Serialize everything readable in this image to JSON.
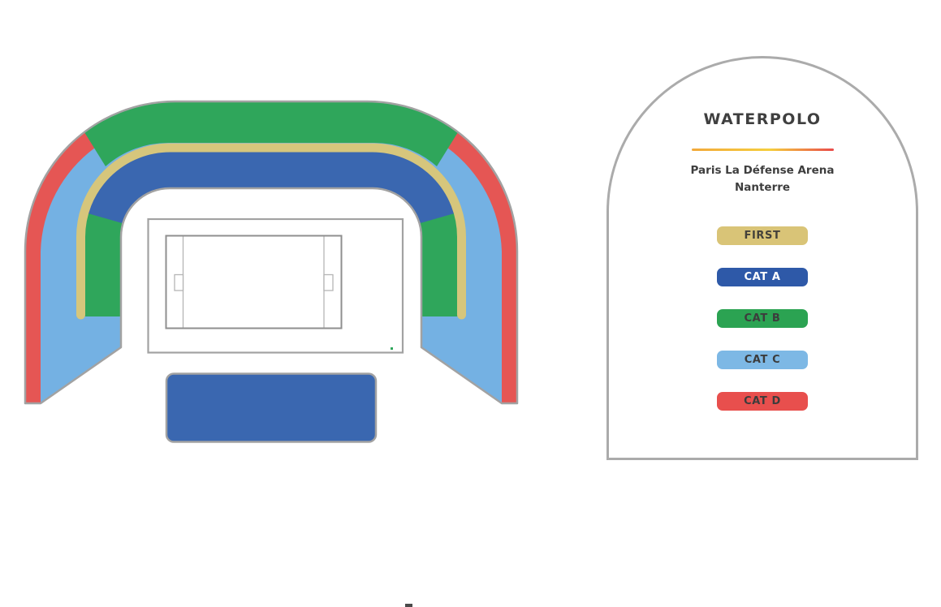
{
  "page": {
    "background_color": "#FFFFFF",
    "bottom_mark_color": "#4A4A4A"
  },
  "map": {
    "colors": {
      "first": "#D6C67C",
      "cat_a": "#3A67B0",
      "cat_b": "#2FA65B",
      "cat_c": "#74B1E3",
      "cat_d": "#E55654",
      "outline": "#A2A2A2",
      "pool_border": "#8F8F8F",
      "pool_inner_line": "#B5B5B5",
      "white": "#FFFFFF",
      "field_dot": "#2FA65B"
    },
    "sections": [
      {
        "id": "cat-d-outer-left",
        "category": "CAT D"
      },
      {
        "id": "cat-d-outer-right",
        "category": "CAT D"
      },
      {
        "id": "cat-c-outer-bowl",
        "category": "CAT C"
      },
      {
        "id": "cat-b-top-arch",
        "category": "CAT B"
      },
      {
        "id": "cat-b-inner-sides",
        "category": "CAT B"
      },
      {
        "id": "first-band",
        "category": "FIRST"
      },
      {
        "id": "cat-a-inner-arch",
        "category": "CAT A"
      },
      {
        "id": "cat-a-floor-block",
        "category": "CAT A"
      }
    ]
  },
  "legend": {
    "title": "WATERPOLO",
    "venue_line1": "Paris La Défense Arena",
    "venue_line2": "Nanterre",
    "divider_gradient": [
      "#F2A93B",
      "#F5CE3E",
      "#E94B4B"
    ],
    "categories": [
      {
        "label": "FIRST",
        "color": "#D9C477",
        "text_color": "#44413A"
      },
      {
        "label": "CAT A",
        "color": "#2E59A8",
        "text_color": "#FFFFFF"
      },
      {
        "label": "CAT B",
        "color": "#2BA352",
        "text_color": "#3C3C3C"
      },
      {
        "label": "CAT C",
        "color": "#7DB8E5",
        "text_color": "#3C3C3C"
      },
      {
        "label": "CAT D",
        "color": "#E84F4D",
        "text_color": "#3C3C3C"
      }
    ]
  }
}
